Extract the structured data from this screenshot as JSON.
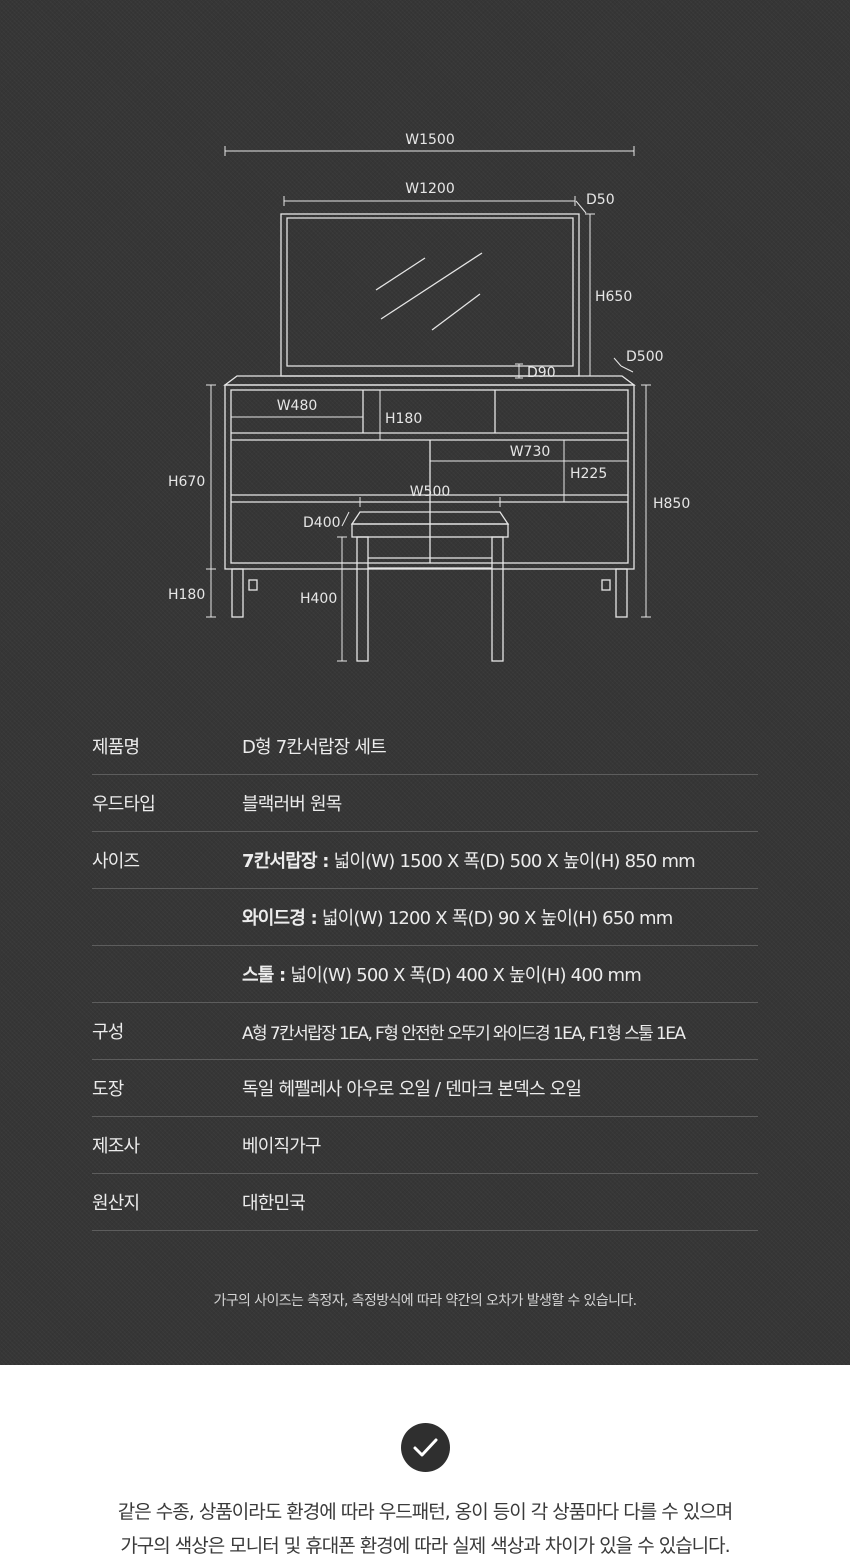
{
  "diagram": {
    "labels": {
      "w1500": "W1500",
      "w1200": "W1200",
      "d50": "D50",
      "h650": "H650",
      "d500": "D500",
      "d90": "D90",
      "w480": "W480",
      "h180_drawer": "H180",
      "w730": "W730",
      "h225": "H225",
      "h670": "H670",
      "w500": "W500",
      "h850": "H850",
      "d400": "D400",
      "h180_leg": "H180",
      "h400": "H400"
    }
  },
  "spec": {
    "rows": [
      {
        "label": "제품명",
        "name": "",
        "value": "D형 7칸서랍장 세트"
      },
      {
        "label": "우드타입",
        "name": "",
        "value": "블랙러버 원목"
      },
      {
        "label": "사이즈",
        "name": "7칸서랍장 :",
        "value": "넓이(W) 1500 X 폭(D) 500 X 높이(H) 850 mm"
      },
      {
        "label": "",
        "name": "와이드경 :",
        "value": "넓이(W) 1200 X 폭(D) 90 X 높이(H) 650 mm"
      },
      {
        "label": "",
        "name": "스툴 :",
        "value": "넓이(W) 500 X 폭(D) 400 X 높이(H) 400 mm"
      },
      {
        "label": "구성",
        "name": "",
        "value": "A형 7칸서랍장 1EA, F형 안전한 오뚜기 와이드경 1EA, F1형 스툴 1EA"
      },
      {
        "label": "도장",
        "name": "",
        "value": "독일 헤펠레사 아우로 오일 / 덴마크 본덱스 오일"
      },
      {
        "label": "제조사",
        "name": "",
        "value": "베이직가구"
      },
      {
        "label": "원산지",
        "name": "",
        "value": "대한민국"
      }
    ]
  },
  "note": "가구의 사이즈는 측정자, 측정방식에 따라 약간의 오차가 발생할 수 있습니다.",
  "notice": {
    "line1": "같은 수종, 상품이라도 환경에 따라 우드패턴, 옹이 등이 각 상품마다 다를 수 있으며",
    "line2": "가구의 색상은 모니터 및 휴대폰 환경에 따라 실제 색상과 차이가 있을 수 있습니다."
  },
  "icons": {
    "check": "check-circle-icon"
  },
  "colors": {
    "background_dark": "#363636",
    "line": "#e6e6e6",
    "divider": "#5d5d5d"
  }
}
